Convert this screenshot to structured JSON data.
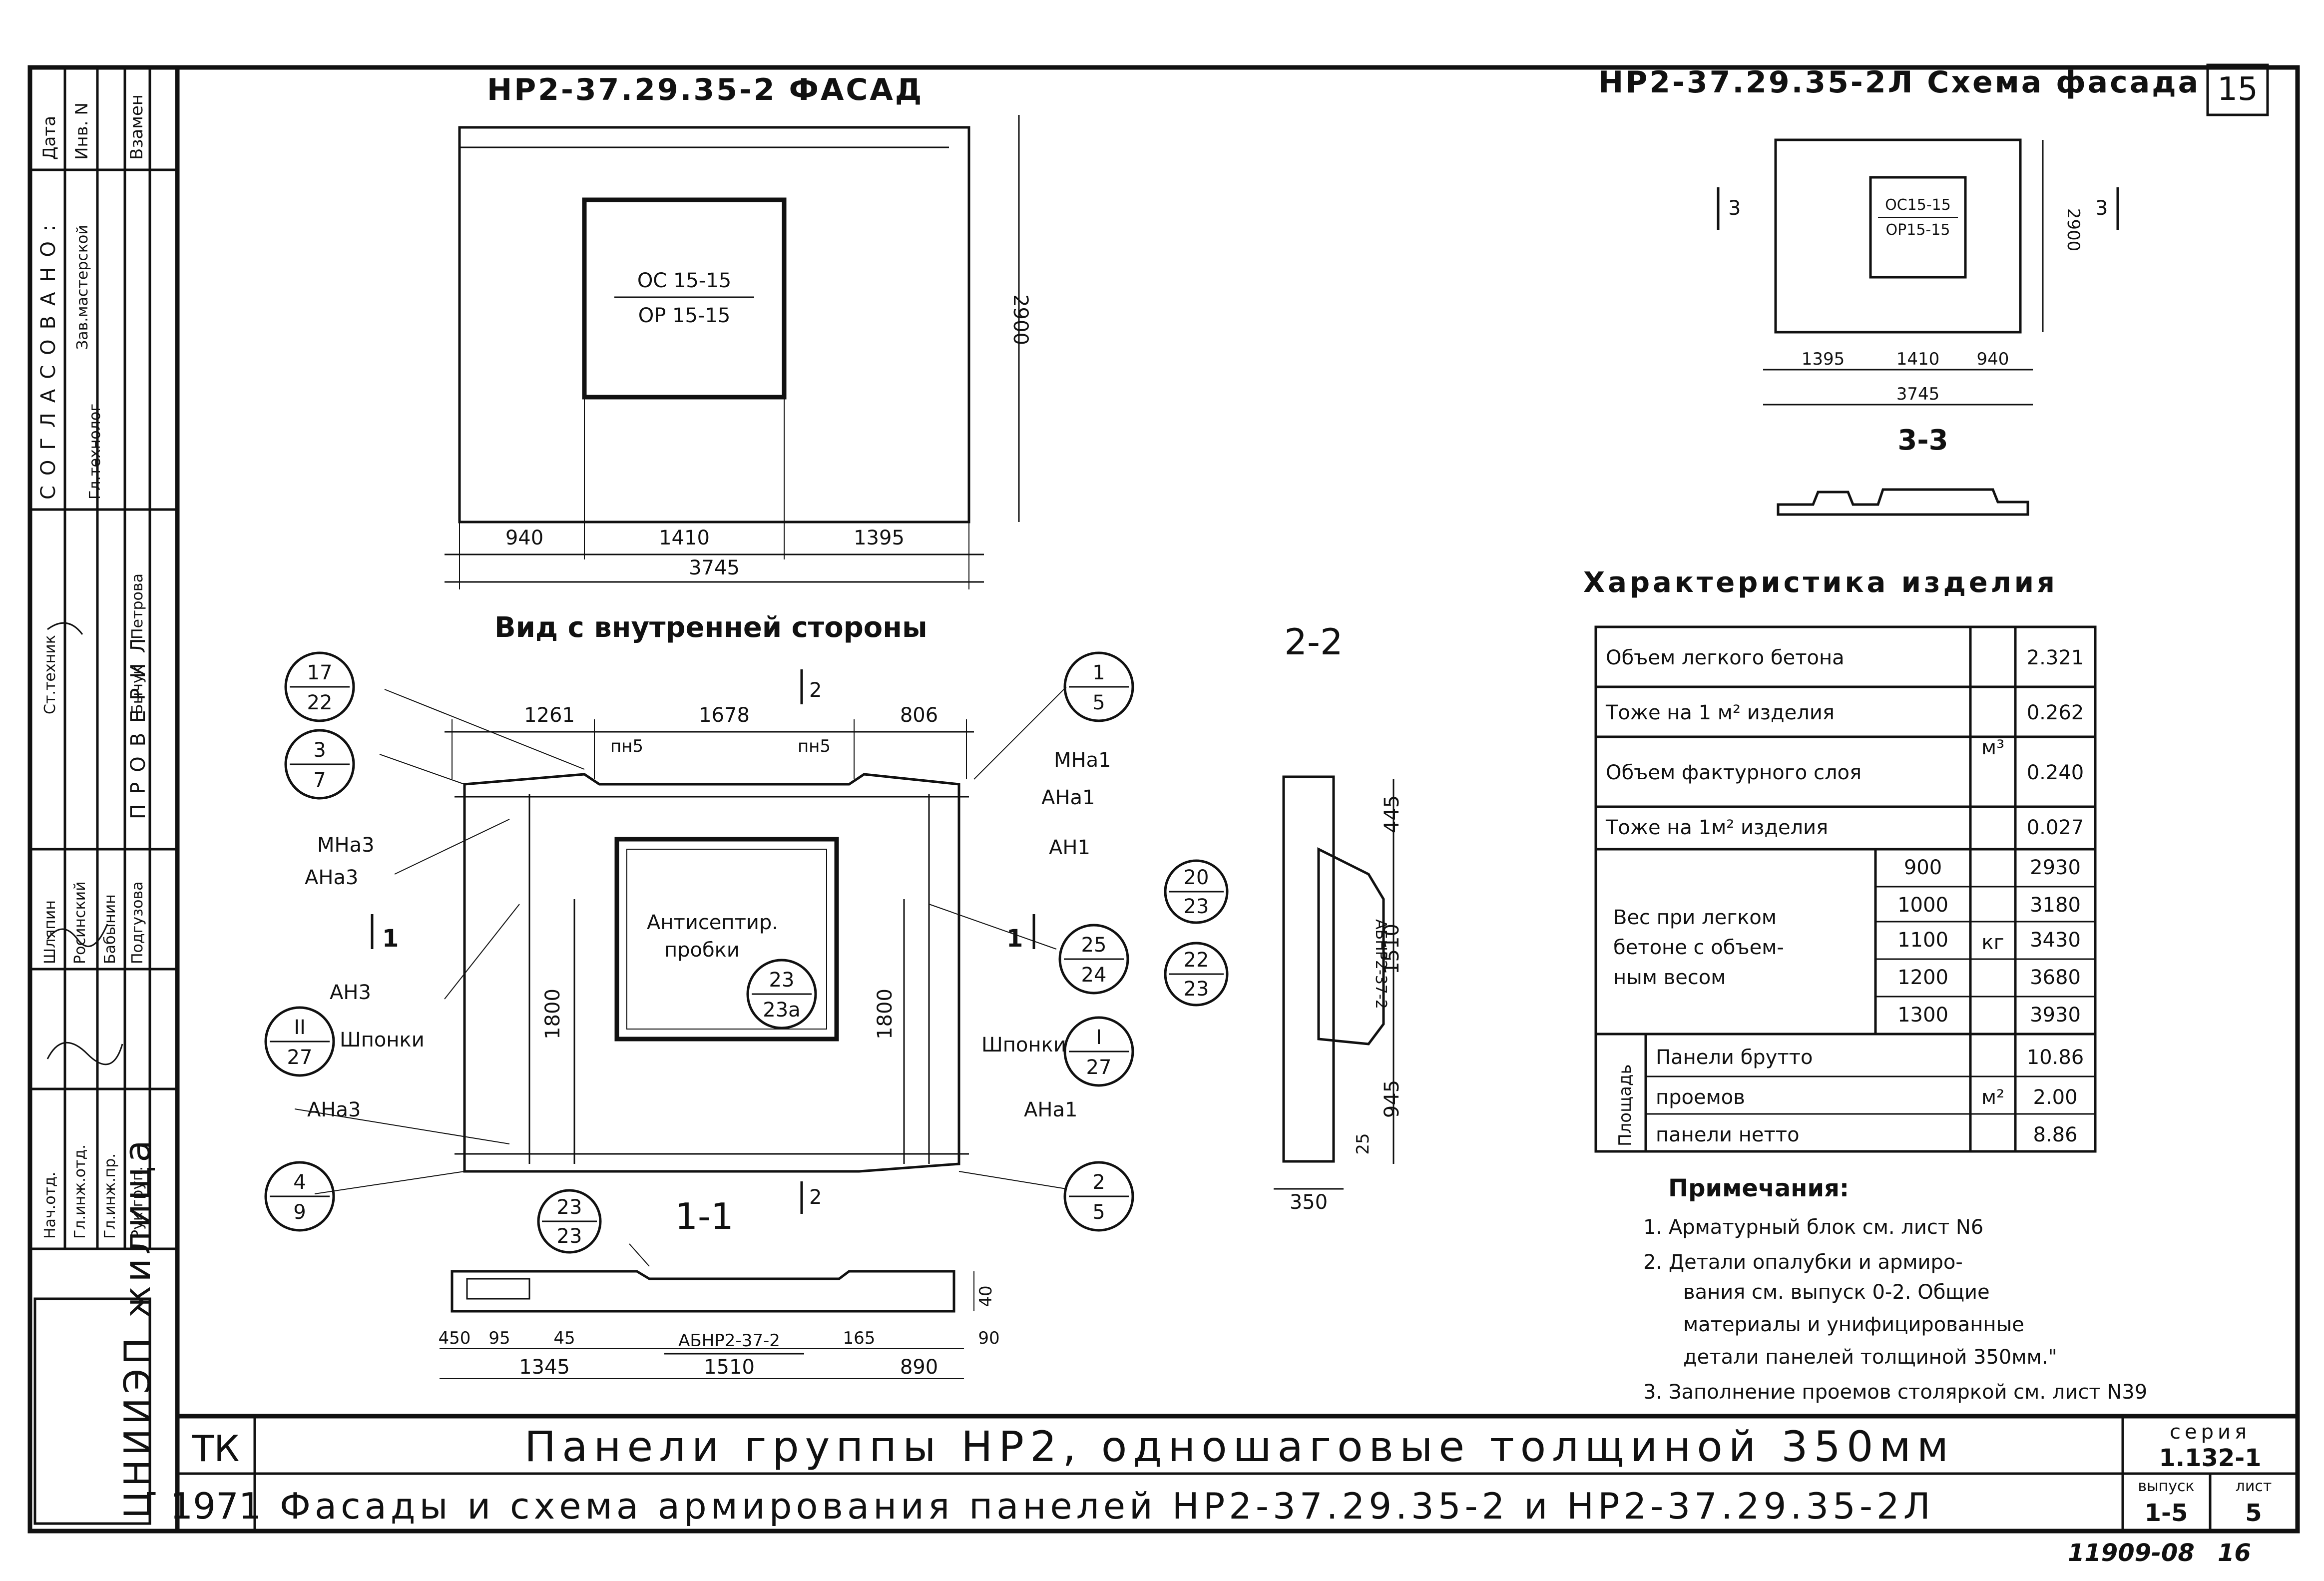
{
  "sheet_number": "15",
  "stamp_number": "11909-08",
  "page_number": "16",
  "facade": {
    "title": "НР2-37.29.35-2 ФАСАД",
    "window_label_top": "ОС 15-15",
    "window_label_bottom": "ОР 15-15",
    "height": "2900",
    "dims": [
      "940",
      "1410",
      "1395"
    ],
    "total": "3745"
  },
  "scheme": {
    "title": "НР2-37.29.35-2Л Схема фасада",
    "window_label_top": "ОС15-15",
    "window_label_bottom": "ОР15-15",
    "height": "2900",
    "dims": [
      "1395",
      "1410",
      "940"
    ],
    "total": "3745",
    "cut_label": "3-3",
    "cut_mark": "3"
  },
  "inner_view": {
    "title": "Вид с внутренней стороны",
    "top_dims": [
      "1261",
      "1678",
      "806"
    ],
    "pn": [
      "пн5",
      "пн5"
    ],
    "marks_left": [
      "МНа3",
      "АНа3",
      "АН3",
      "Шпонки",
      "АНа3"
    ],
    "marks_right": [
      "МНа1",
      "АНа1",
      "АН1",
      "Шпонки",
      "АНа1"
    ],
    "antiseptic_1": "Антисептир.",
    "antiseptic_2": "пробки",
    "height_left": "1800",
    "height_right": "1800",
    "cut_2": "2",
    "cut_1": "1"
  },
  "callouts": [
    {
      "top": "17",
      "bottom": "22"
    },
    {
      "top": "3",
      "bottom": "7"
    },
    {
      "top": "II",
      "bottom": "27"
    },
    {
      "top": "4",
      "bottom": "9"
    },
    {
      "top": "1",
      "bottom": "5"
    },
    {
      "top": "25",
      "bottom": "24"
    },
    {
      "top": "I",
      "bottom": "27"
    },
    {
      "top": "2",
      "bottom": "5"
    },
    {
      "top": "23",
      "bottom": "23а"
    },
    {
      "top": "23",
      "bottom": "23"
    },
    {
      "top": "20",
      "bottom": "23"
    },
    {
      "top": "22",
      "bottom": "23"
    }
  ],
  "section_22": {
    "title": "2-2",
    "dims": [
      "445",
      "1510",
      "945",
      "25"
    ],
    "width": "350",
    "block_label": "АБНР2-37-2"
  },
  "section_11": {
    "title": "1-1",
    "block_label": "АБНР2-37-2",
    "dims_bottom": [
      "450",
      "95",
      "45",
      "165",
      "90"
    ],
    "dims_bottom2": [
      "1345",
      "1510",
      "890"
    ],
    "dim_side": "40"
  },
  "characteristics": {
    "title": "Характеристика изделия",
    "rows": [
      {
        "label": "Объем легкого бетона",
        "value": "2.321"
      },
      {
        "label": "Тоже на 1 м² изделия",
        "value": "0.262"
      },
      {
        "label": "Объем фактурного слоя",
        "value": "0.240"
      },
      {
        "label": "Тоже на 1м² изделия",
        "value": "0.027"
      }
    ],
    "unit_volume": "м³",
    "weight_label_1": "Вес при легком",
    "weight_label_2": "бетоне с объем-",
    "weight_label_3": "ным весом",
    "weight_unit": "кг",
    "weights": [
      {
        "density": "900",
        "value": "2930"
      },
      {
        "density": "1000",
        "value": "3180"
      },
      {
        "density": "1100",
        "value": "3430"
      },
      {
        "density": "1200",
        "value": "3680"
      },
      {
        "density": "1300",
        "value": "3930"
      }
    ],
    "area_label": "Площадь",
    "area_unit": "м²",
    "areas": [
      {
        "label": "Панели брутто",
        "value": "10.86"
      },
      {
        "label": "проемов",
        "value": "2.00"
      },
      {
        "label": "панели нетто",
        "value": "8.86"
      }
    ]
  },
  "notes": {
    "title": "Примечания:",
    "lines": [
      "1. Арматурный блок см. лист N6",
      "2. Детали опалубки и армиро-",
      "вания см. выпуск 0-2. Общие",
      "материалы и унифицированные",
      "детали панелей толщиной 350мм.\"",
      "3. Заполнение проемов столяркой см. лист N39"
    ]
  },
  "title_block": {
    "code": "ТК",
    "year": "1971",
    "line1": "Панели группы НР2, одношаговые толщиной 350мм",
    "line2": "Фасады и схема армирования панелей НР2-37.29.35-2 и НР2-37.29.35-2Л",
    "series_label": "серия",
    "series_value": "1.132-1",
    "issue_label": "выпуск",
    "issue_value": "1-5",
    "sheet_label": "лист",
    "sheet_value": "5"
  },
  "side_stamp": {
    "org": "ЦНИИЭП жилища",
    "agreed": "СОГЛАСОВАНО:",
    "checked": "ПРОВЕРИЛ",
    "cols": [
      "Дата",
      "Инв. N",
      "Взамен"
    ],
    "roles": [
      "Нач.отд.",
      "Гл.инж.отд.",
      "Гл.инж.пр.",
      "Рук.груп.",
      "Ст.техник",
      "Гл.технолог",
      "Зав.мастерской"
    ],
    "names": [
      "Шляпин",
      "Росинский",
      "Бабынин",
      "Подгузова",
      "Бычук",
      "Петрова"
    ]
  }
}
